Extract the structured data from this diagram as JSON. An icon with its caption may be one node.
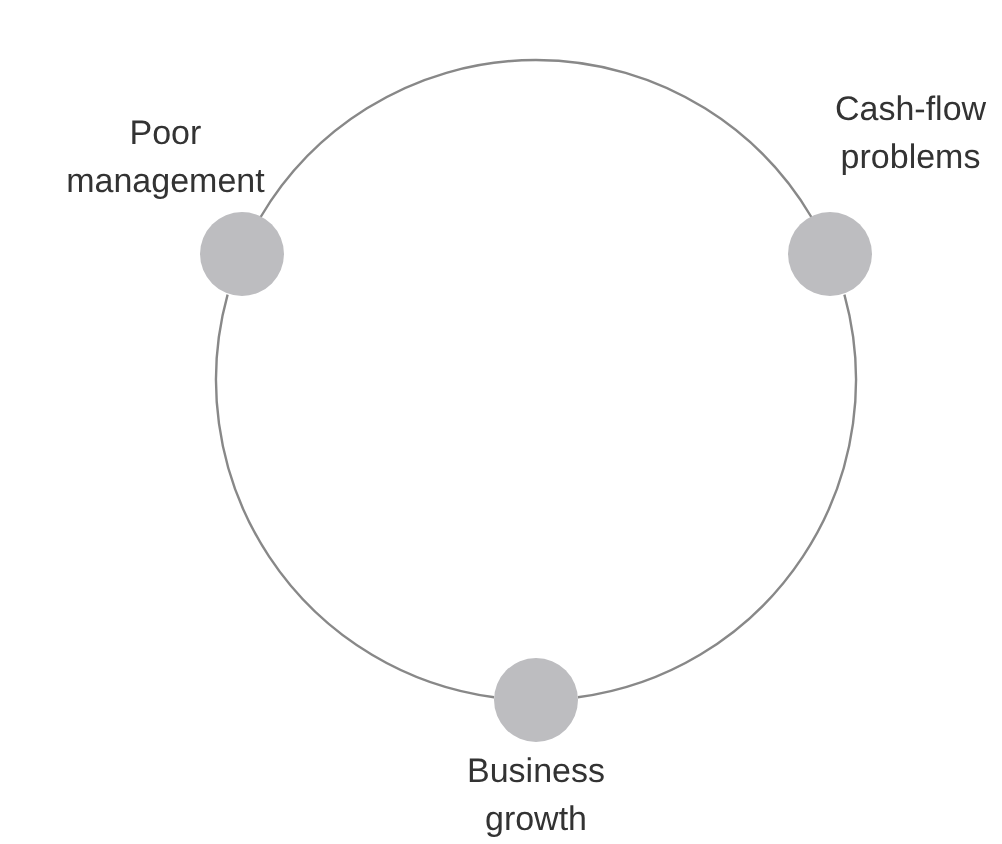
{
  "diagram": {
    "nodes": [
      {
        "text": [
          "Poor management"
        ]
      },
      {
        "text": [
          "Cash-flow problems"
        ]
      },
      {
        "text": [
          "Business growth"
        ]
      }
    ],
    "edges": [
      {
        "from": 0,
        "to": 1,
        "arrow": "none"
      },
      {
        "from": 1,
        "to": 2,
        "arrow": "none"
      },
      {
        "from": 2,
        "to": 0,
        "arrow": "none"
      }
    ]
  }
}
